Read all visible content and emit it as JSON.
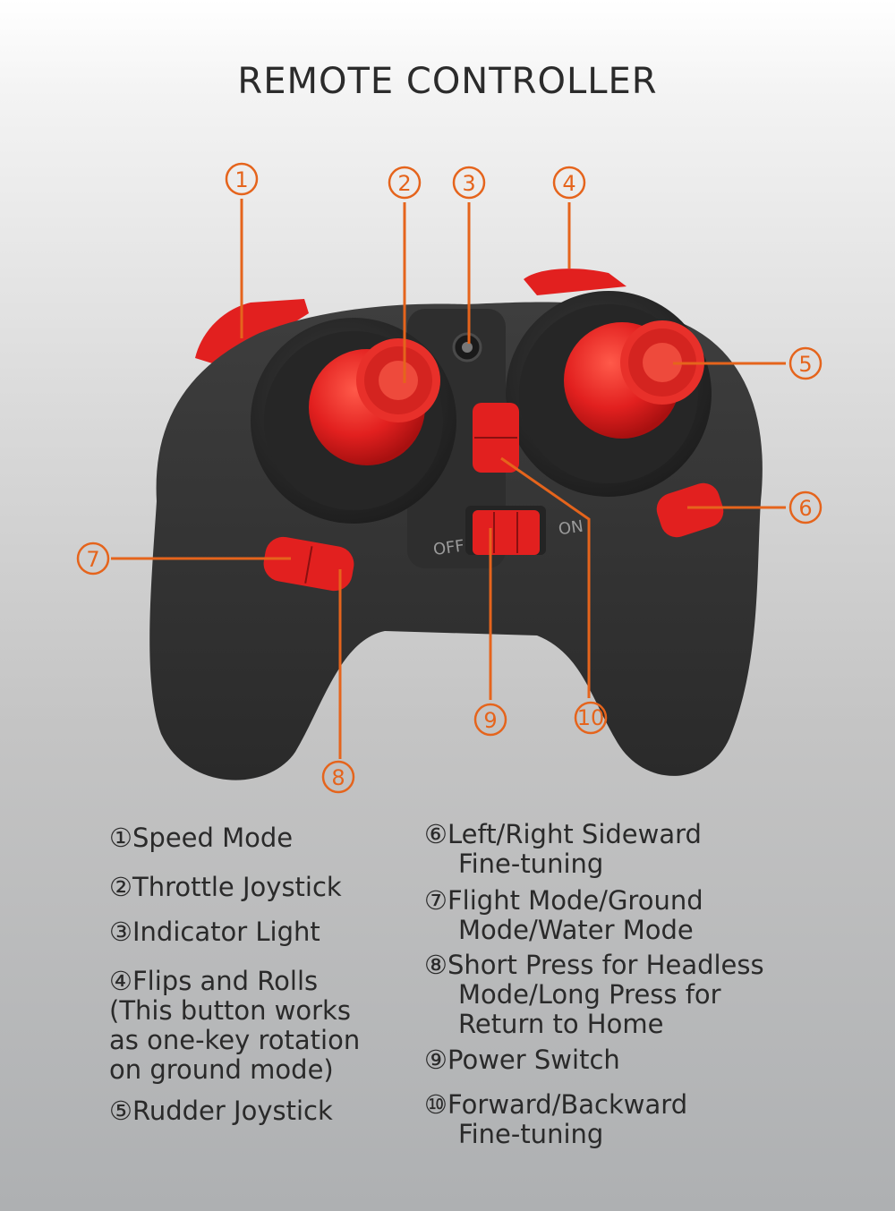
{
  "title": "REMOTE CONTROLLER",
  "colors": {
    "accent": "#e5641c",
    "button_red": "#e2201f",
    "body": "#333333"
  },
  "controller": {
    "off_label": "OFF",
    "on_label": "ON"
  },
  "callouts": [
    "①",
    "②",
    "③",
    "④",
    "⑤",
    "⑥",
    "⑦",
    "⑧",
    "⑨",
    "⑩"
  ],
  "legend_left": [
    {
      "num": "①",
      "lines": [
        "Speed Mode"
      ]
    },
    {
      "num": "②",
      "lines": [
        "Throttle Joystick"
      ]
    },
    {
      "num": "③",
      "lines": [
        "Indicator Light"
      ]
    },
    {
      "num": "④",
      "lines": [
        "Flips and Rolls",
        "(This button works",
        "as one-key rotation",
        "on ground mode)"
      ]
    },
    {
      "num": "⑤",
      "lines": [
        "Rudder Joystick"
      ]
    }
  ],
  "legend_right": [
    {
      "num": "⑥",
      "lines": [
        "Left/Right Sideward",
        "Fine-tuning"
      ]
    },
    {
      "num": "⑦",
      "lines": [
        "Flight Mode/Ground",
        "Mode/Water Mode"
      ]
    },
    {
      "num": "⑧",
      "lines": [
        "Short Press for Headless",
        "Mode/Long Press for",
        "Return to Home"
      ]
    },
    {
      "num": "⑨",
      "lines": [
        "Power Switch"
      ]
    },
    {
      "num": "⑩",
      "lines": [
        "Forward/Backward",
        "Fine-tuning"
      ]
    }
  ]
}
